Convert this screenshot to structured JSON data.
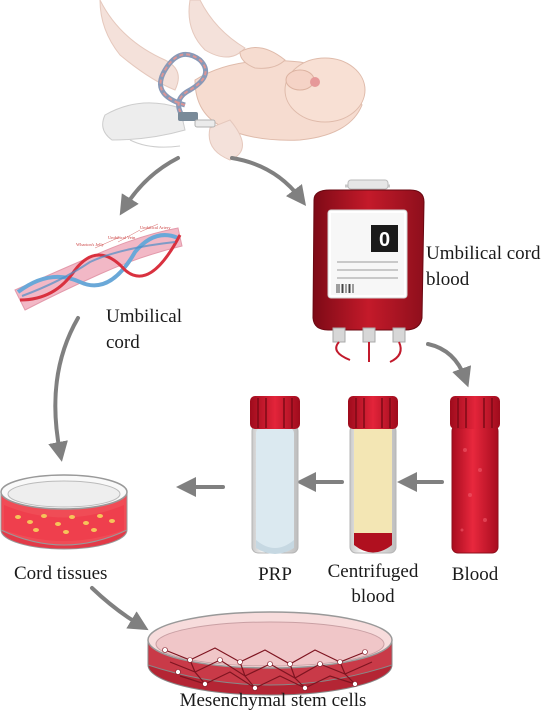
{
  "labels": {
    "umbilical_cord_blood_line1": "Umbilical cord",
    "umbilical_cord_blood_line2": "blood",
    "umbilical_cord_line1": "Umbilical",
    "umbilical_cord_line2": "cord",
    "cord_tissues": "Cord tissues",
    "prp": "PRP",
    "centrifuged_blood_line1": "Centrifuged",
    "centrifuged_blood_line2": "blood",
    "blood": "Blood",
    "mesenchymal_stem_cells": "Mesenchymal stem cells"
  },
  "blood_bag": {
    "type_letter": "0"
  },
  "cord_annotations": {
    "artery": "Umbilical Artery",
    "vein": "Umbilical Vein",
    "jelly": "Wharton's Jelly"
  },
  "colors": {
    "blood_red": "#c8102e",
    "dark_red": "#8e0f1c",
    "cap_red": "#d0142c",
    "plasma_yellow": "#f3e6b4",
    "prp_blue": "#dbe9f0",
    "arrow_gray": "#808080",
    "vein_blue": "#6aa8d8",
    "jelly_pink": "#f2b8c6"
  }
}
